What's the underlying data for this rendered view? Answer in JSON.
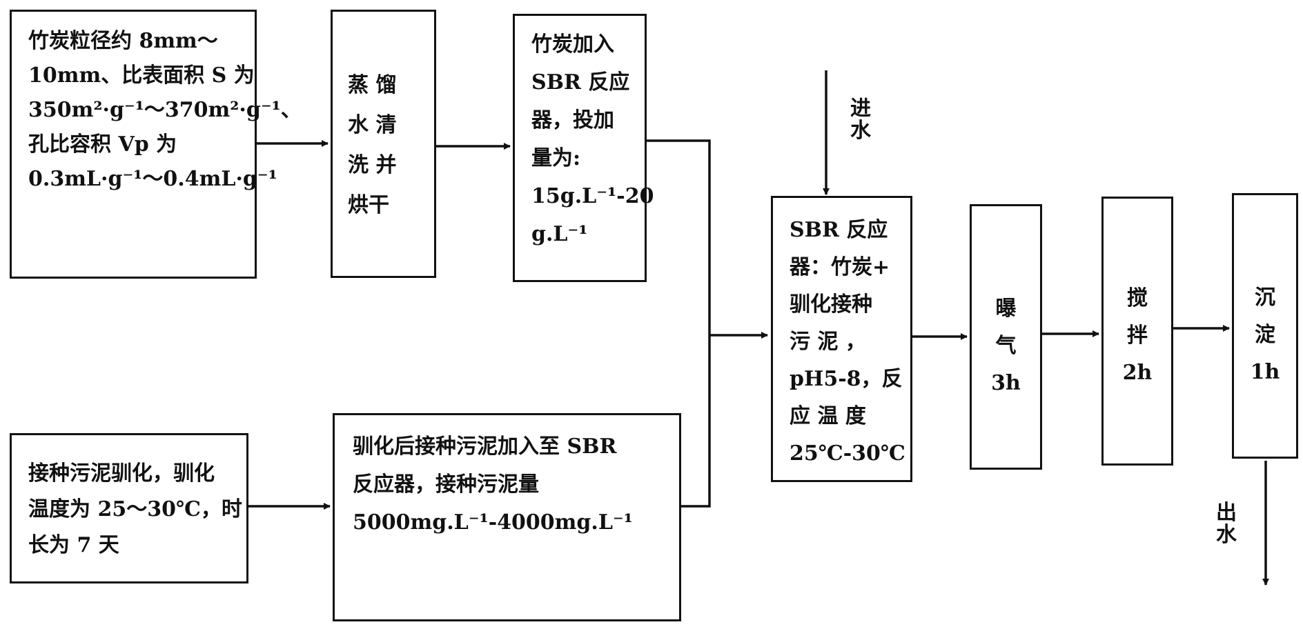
{
  "boxes": {
    "charcoal_spec": {
      "lines": [
        "竹炭粒径约 8mm～",
        "10mm、比表面积 S 为",
        "350m²·g⁻¹～370m²·g⁻¹、",
        "孔比容积 Vp 为",
        "0.3mL·g⁻¹～0.4mL·g⁻¹"
      ]
    },
    "wash_dry": {
      "lines": [
        "蒸  馏",
        "水  清",
        "洗  并",
        "烘干"
      ]
    },
    "charcoal_dose": {
      "lines": [
        "竹炭加入",
        "SBR 反应",
        "器，投加",
        "量为:",
        "15g.L⁻¹-20",
        "g.L⁻¹"
      ]
    },
    "sludge_acclimation": {
      "lines": [
        "接种污泥驯化，驯化",
        "温度为 25～30℃，时",
        "长为 7 天"
      ]
    },
    "sludge_inoculation": {
      "lines": [
        "驯化后接种污泥加入至 SBR",
        "反应器，接种污泥量",
        "5000mg.L⁻¹-4000mg.L⁻¹"
      ]
    },
    "sbr_reactor": {
      "lines": [
        "SBR 反应",
        "器：竹炭+",
        "驯化接种",
        "污  泥  ，",
        "pH5-8，反",
        "应 温 度",
        "25℃-30℃"
      ]
    },
    "aeration": {
      "lines": [
        "曝",
        "气",
        "3h"
      ]
    },
    "stirring": {
      "lines": [
        "搅",
        "拌",
        "2h"
      ]
    },
    "settling": {
      "lines": [
        "沉",
        "淀",
        "1h"
      ]
    }
  },
  "labels": {
    "water_in": [
      "进",
      "水"
    ],
    "water_out": [
      "出",
      "水"
    ]
  },
  "colors": {
    "stroke": "#111111",
    "background": "#ffffff"
  }
}
